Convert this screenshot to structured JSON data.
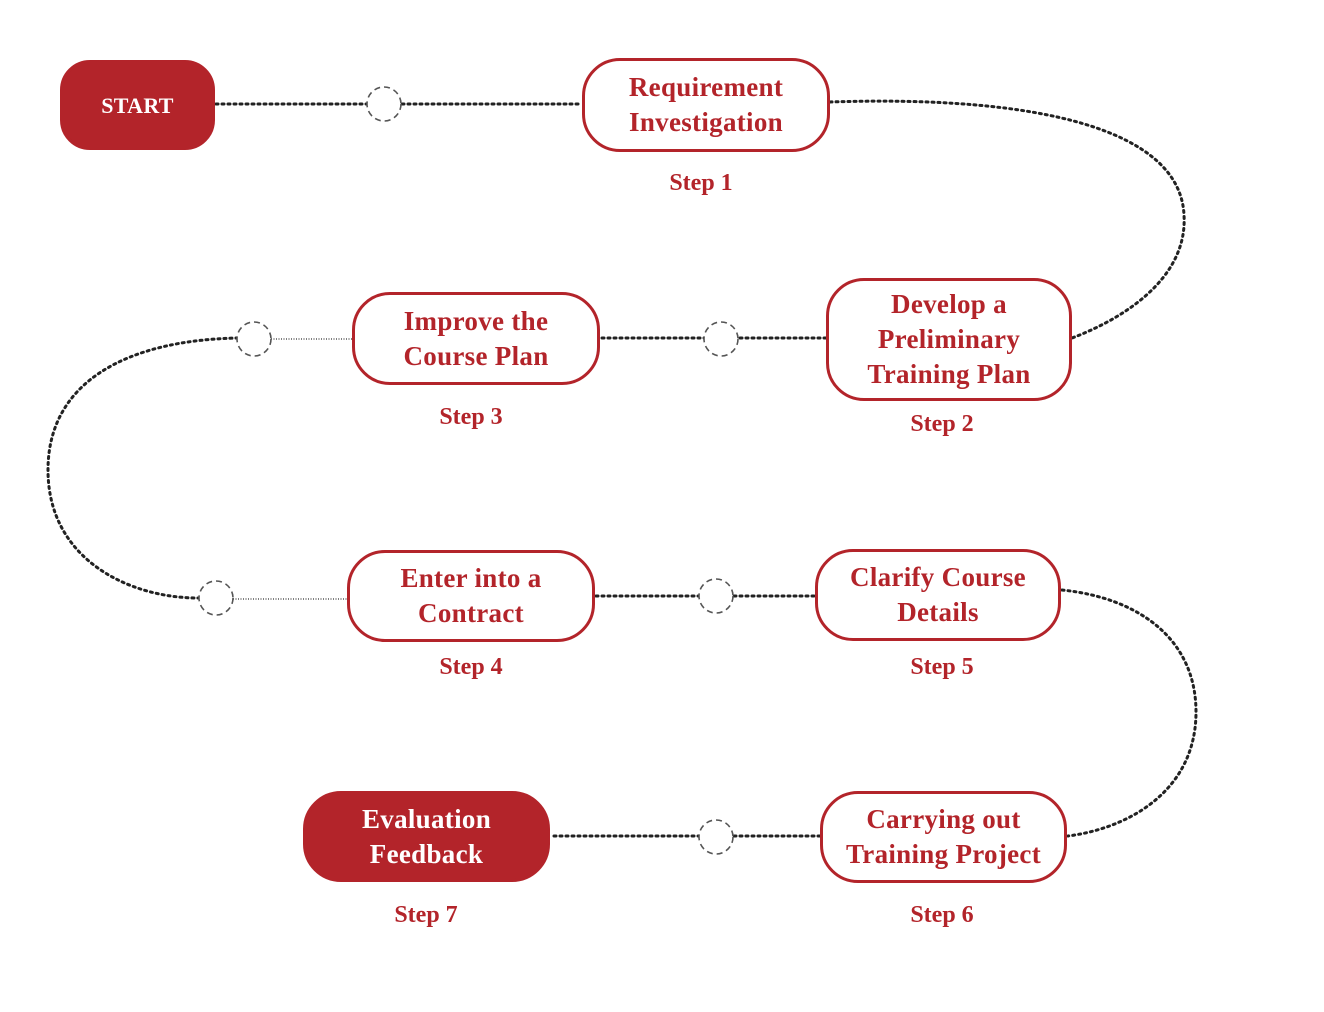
{
  "colors": {
    "accent": "#b3242a",
    "connector": "#222222",
    "node_marker": "#555555"
  },
  "nodes": {
    "start": {
      "label": "START"
    },
    "step1": {
      "label": "Requirement\nInvestigation",
      "step": "Step 1"
    },
    "step2": {
      "label": "Develop a\nPreliminary\nTraining Plan",
      "step": "Step 2"
    },
    "step3": {
      "label": "Improve the\nCourse Plan",
      "step": "Step 3"
    },
    "step4": {
      "label": "Enter into a\nContract",
      "step": "Step 4"
    },
    "step5": {
      "label": "Clarify Course\nDetails",
      "step": "Step 5"
    },
    "step6": {
      "label": "Carrying out\nTraining Project",
      "step": "Step 6"
    },
    "step7": {
      "label": "Evaluation\nFeedback",
      "step": "Step 7"
    }
  }
}
